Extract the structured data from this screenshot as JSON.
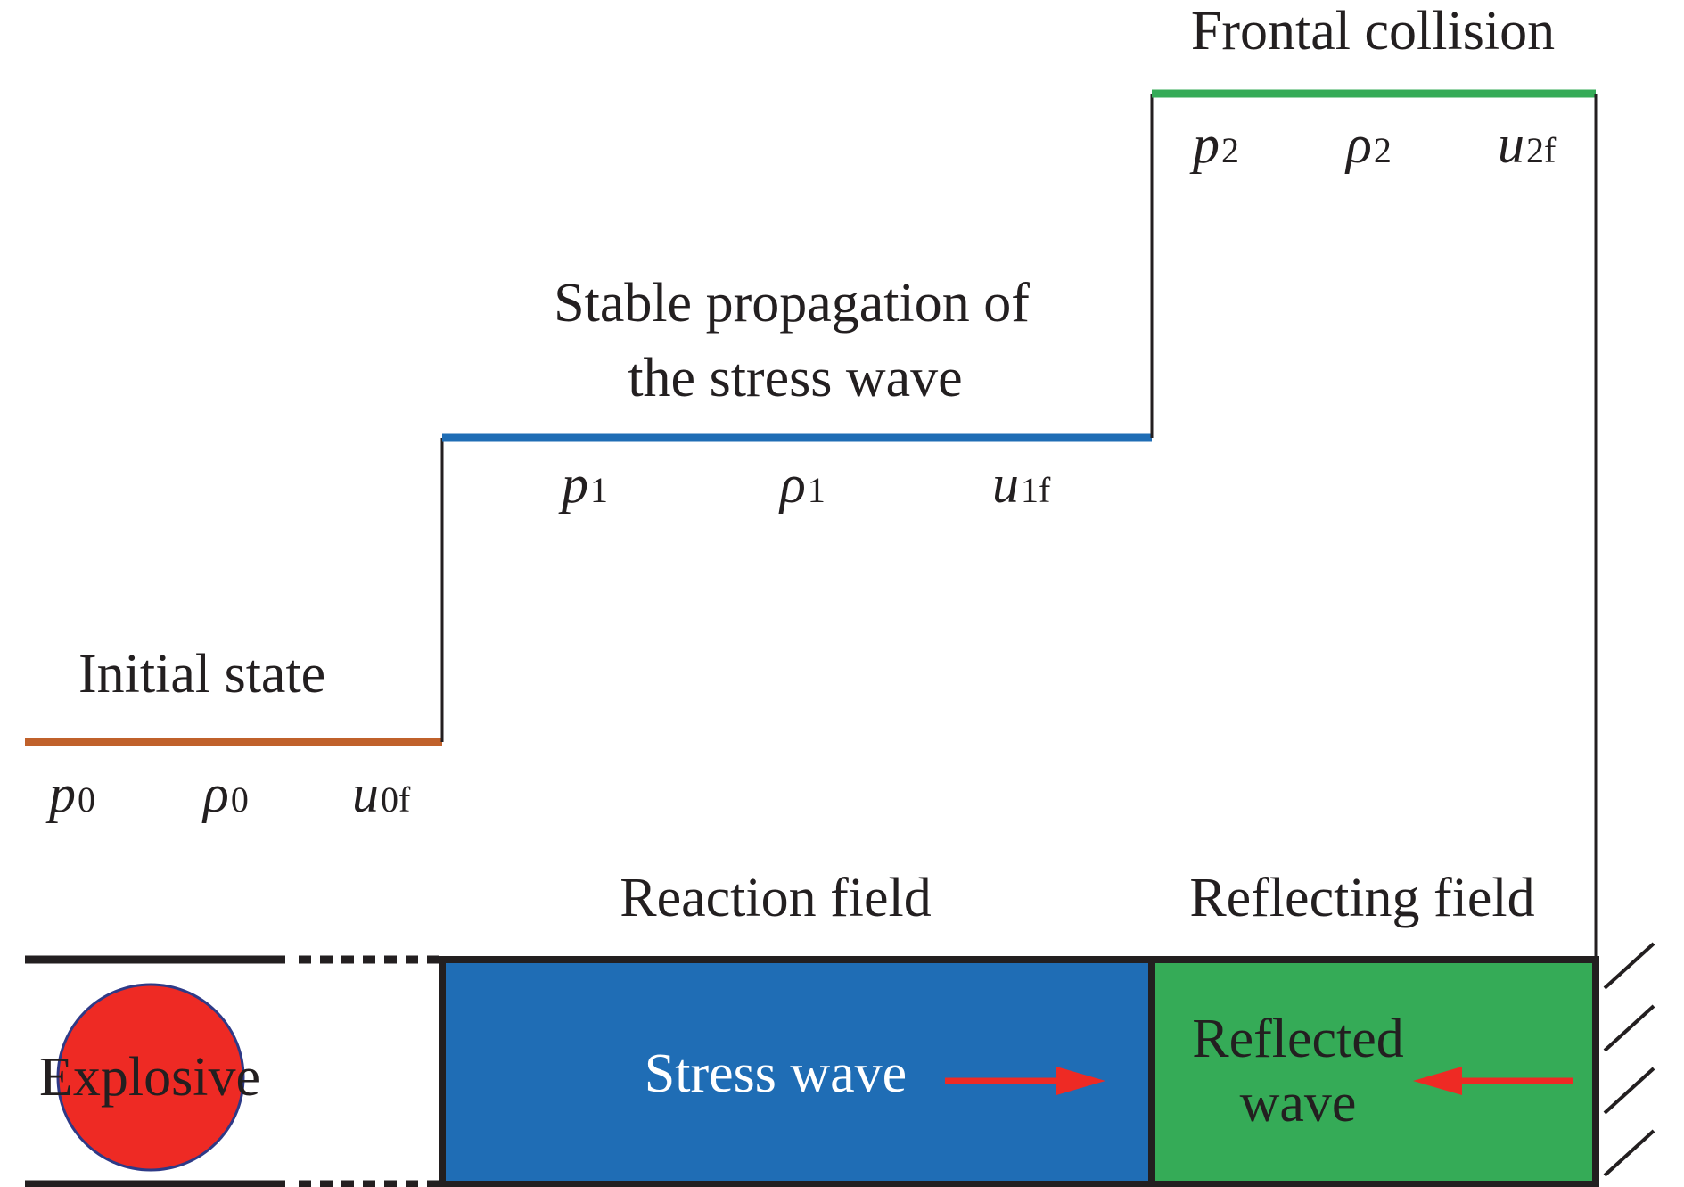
{
  "colors": {
    "initial": "#c0612b",
    "stable": "#1f6db5",
    "collision": "#35ab57",
    "explosive": "#ee2a24",
    "arrow": "#ee2a24",
    "outline": "#231f20"
  },
  "stages": {
    "initial": {
      "title": "Initial state",
      "vars": [
        {
          "sym": "p",
          "sub": "0"
        },
        {
          "sym": "ρ",
          "sub": "0"
        },
        {
          "sym": "u",
          "sub": "0f"
        }
      ]
    },
    "stable": {
      "title_line1": "Stable propagation of",
      "title_line2": "the stress wave",
      "vars": [
        {
          "sym": "p",
          "sub": "1"
        },
        {
          "sym": "ρ",
          "sub": "1"
        },
        {
          "sym": "u",
          "sub": "1f"
        }
      ]
    },
    "collision": {
      "title": "Frontal collision",
      "vars": [
        {
          "sym": "p",
          "sub": "2"
        },
        {
          "sym": "ρ",
          "sub": "2"
        },
        {
          "sym": "u",
          "sub": "2f"
        }
      ]
    }
  },
  "fields": {
    "reaction": "Reaction field",
    "reflecting": "Reflecting field"
  },
  "tube": {
    "explosive": "Explosive",
    "stress_wave": "Stress wave",
    "reflected_line1": "Reflected",
    "reflected_line2": "wave"
  }
}
